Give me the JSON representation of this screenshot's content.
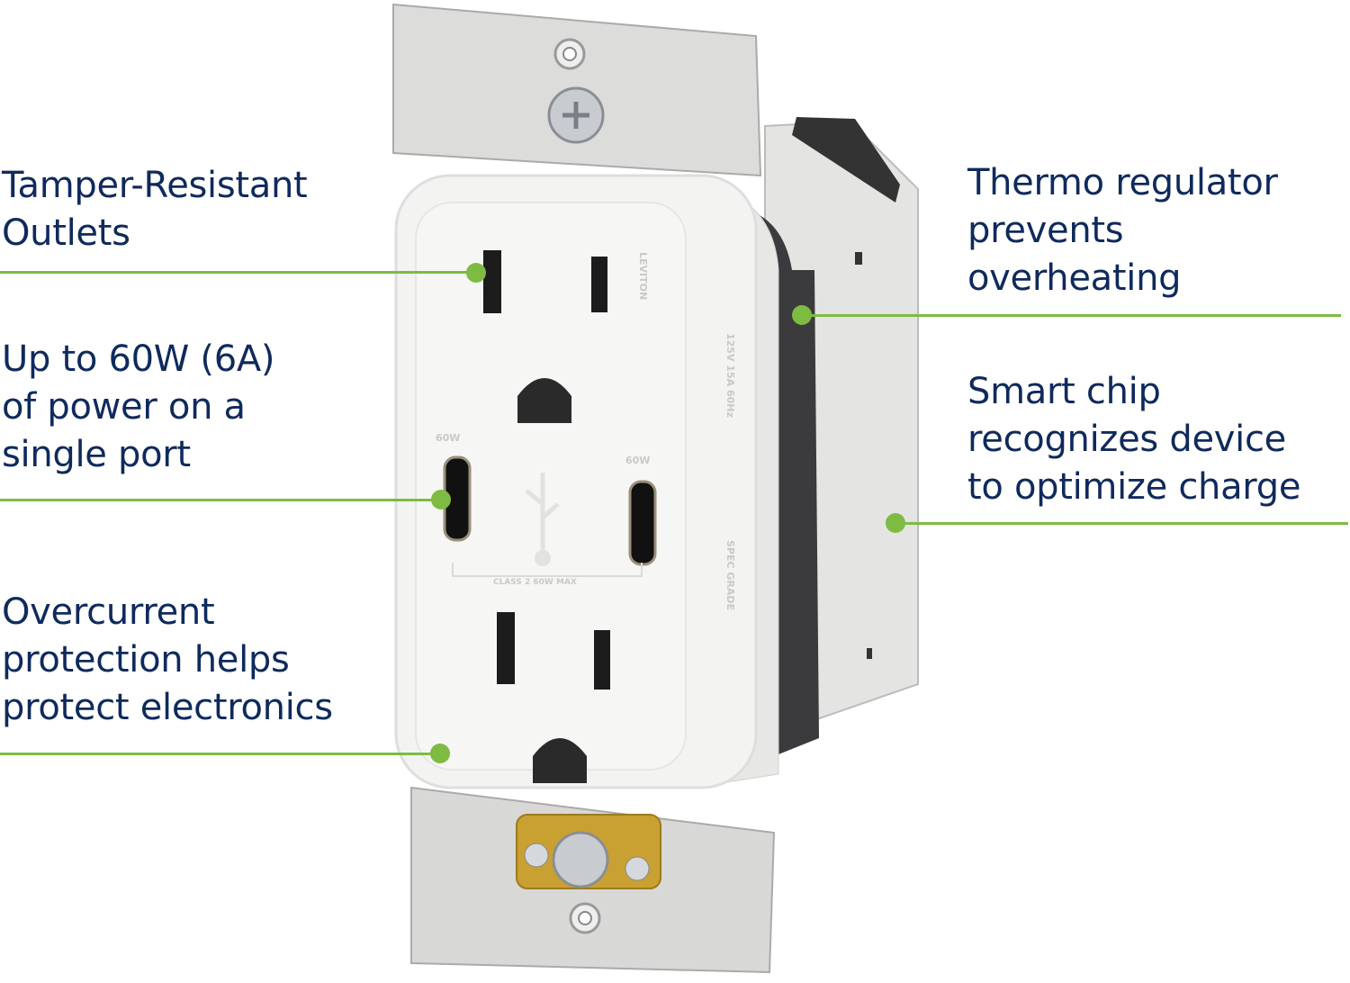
{
  "product": {
    "brand_marking": "LEVITON",
    "rating_marking": "125V 15A 60Hz",
    "grade_marking": "SPEC GRADE",
    "usb_port_rating_left": "60W",
    "usb_port_rating_right": "60W",
    "usb_class_marking": "CLASS 2 60W MAX"
  },
  "callouts": [
    {
      "id": "tamper-resistant",
      "text": "Tamper-Resistant\nOutlets",
      "side": "left"
    },
    {
      "id": "power-60w",
      "text": "Up to 60W (6A)\nof power on a\nsingle port",
      "side": "left"
    },
    {
      "id": "overcurrent",
      "text": "Overcurrent\nprotection helps\nprotect electronics",
      "side": "left"
    },
    {
      "id": "thermo-regulator",
      "text": "Thermo regulator\nprevents\noverheating",
      "side": "right"
    },
    {
      "id": "smart-chip",
      "text": "Smart chip\nrecognizes device\nto optimize charge",
      "side": "right"
    }
  ],
  "colors": {
    "text": "#0f2a5c",
    "accent": "#7dbb42",
    "device_white": "#f1f1ef",
    "metal": "#d9d9d7",
    "dark_body": "#3a3a3c",
    "brass": "#c9a032"
  }
}
